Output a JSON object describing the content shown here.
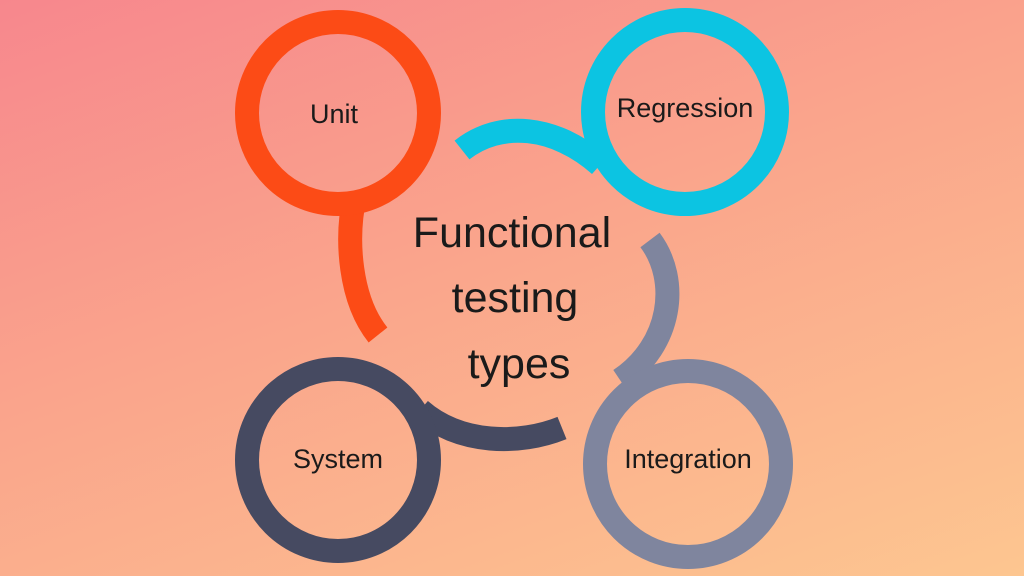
{
  "diagram": {
    "center": {
      "lines": [
        "Functional",
        "testing",
        "types"
      ]
    },
    "nodes": [
      {
        "id": "unit",
        "label": "Unit",
        "color": "#fc4b16"
      },
      {
        "id": "regression",
        "label": "Regression",
        "color": "#0cc4e2"
      },
      {
        "id": "integration",
        "label": "Integration",
        "color": "#7f859e"
      },
      {
        "id": "system",
        "label": "System",
        "color": "#464a61"
      }
    ]
  }
}
